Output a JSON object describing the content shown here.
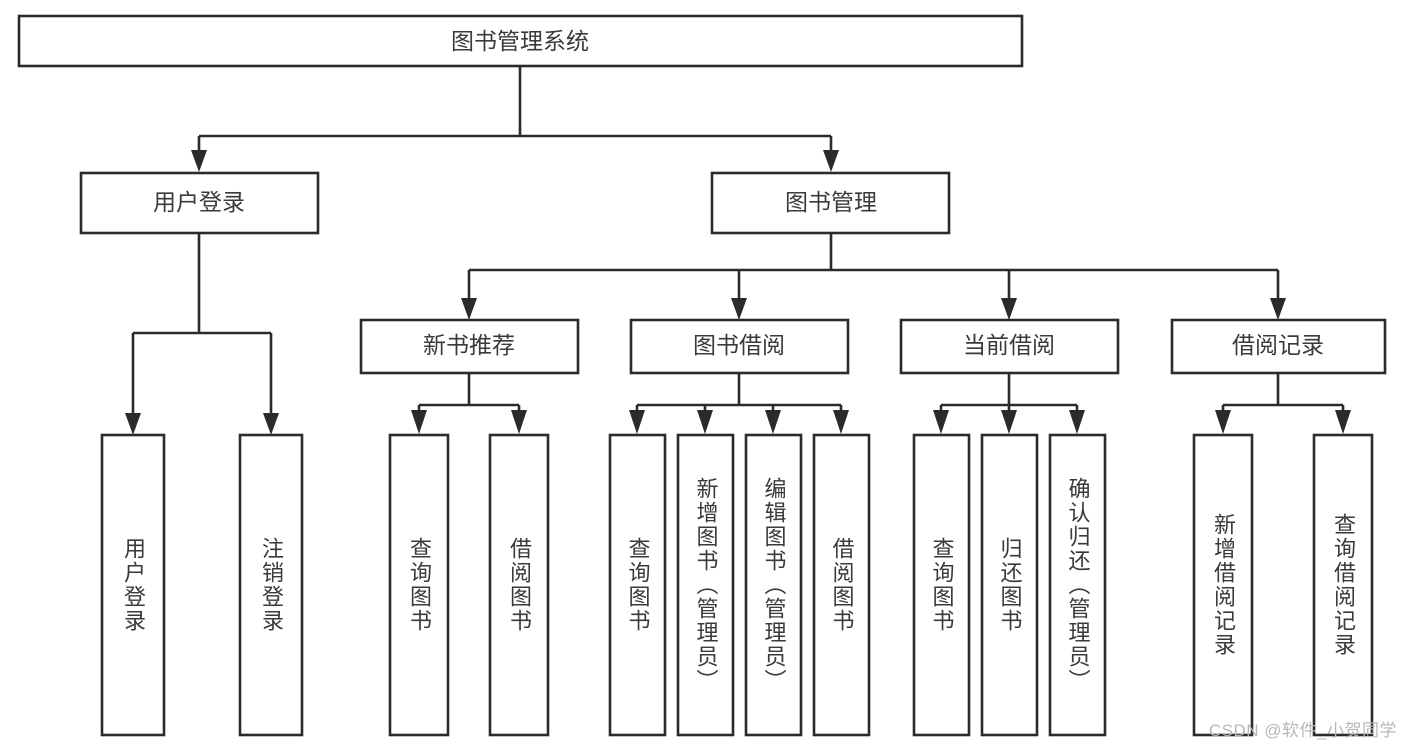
{
  "diagram": {
    "title": "图书管理系统",
    "type": "tree",
    "colors": {
      "box_stroke": "#2b2b2b",
      "box_fill": "#ffffff",
      "text": "#3a3a3a",
      "background": "#ffffff",
      "watermark": "#b8b8b8"
    },
    "root": {
      "label": "图书管理系统"
    },
    "level2": [
      {
        "label": "用户登录"
      },
      {
        "label": "图书管理"
      }
    ],
    "level3": [
      {
        "label": "新书推荐"
      },
      {
        "label": "图书借阅"
      },
      {
        "label": "当前借阅"
      },
      {
        "label": "借阅记录"
      }
    ],
    "leaves": {
      "user_login": [
        {
          "label": "用户登录"
        },
        {
          "label": "注销登录"
        }
      ],
      "new_book_recommend": [
        {
          "label": "查询图书"
        },
        {
          "label": "借阅图书"
        }
      ],
      "book_borrow": [
        {
          "label": "查询图书"
        },
        {
          "label": "新增图书（管理员）"
        },
        {
          "label": "编辑图书（管理员）"
        },
        {
          "label": "借阅图书"
        }
      ],
      "current_borrow": [
        {
          "label": "查询图书"
        },
        {
          "label": "归还图书"
        },
        {
          "label": "确认归还（管理员）"
        }
      ],
      "borrow_record": [
        {
          "label": "新增借阅记录"
        },
        {
          "label": "查询借阅记录"
        }
      ]
    },
    "watermark": "CSDN @软件_小贺同学"
  }
}
